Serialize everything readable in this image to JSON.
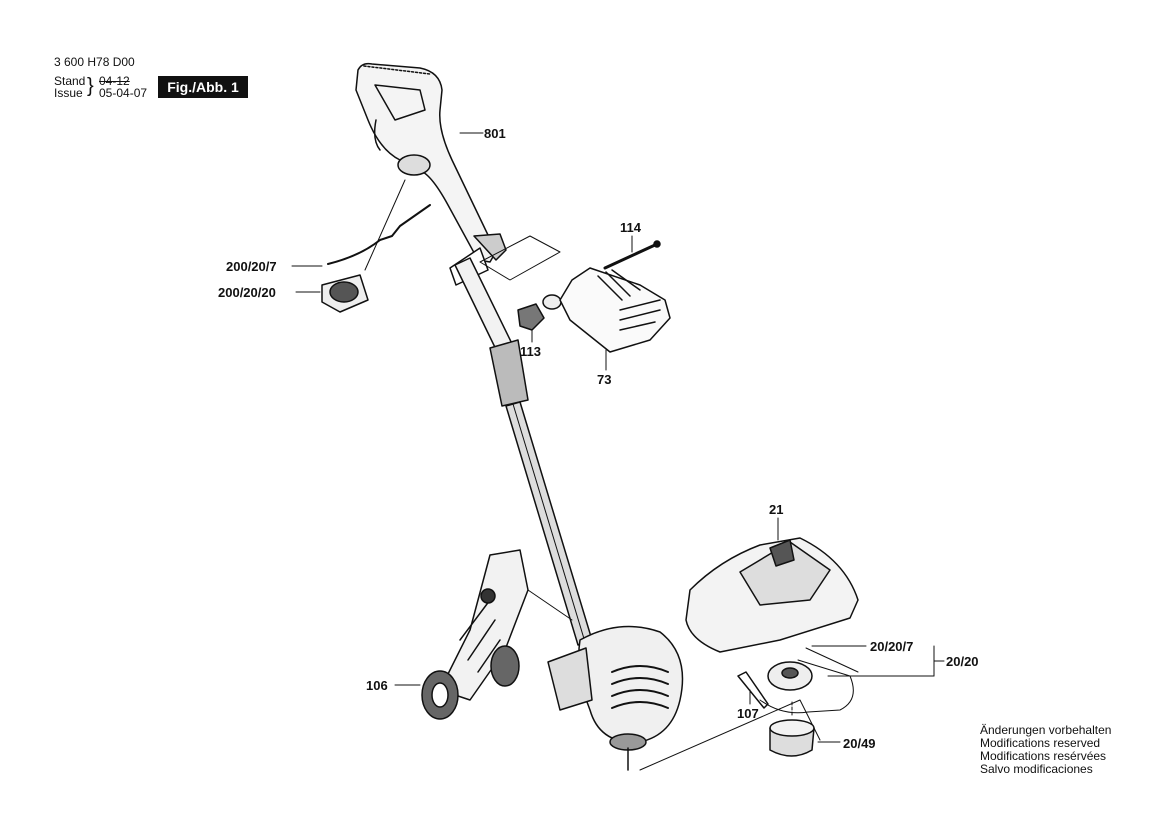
{
  "header": {
    "doc_number": "3 600 H78 D00",
    "stand_label": "Stand",
    "issue_label": "Issue",
    "stand_value": "04-12",
    "issue_value": "05-04-07",
    "figure_label": "Fig./Abb. 1"
  },
  "parts": {
    "p801": "801",
    "p114": "114",
    "p200_20_7": "200/20/7",
    "p200_20_20": "200/20/20",
    "p113": "113",
    "p73": "73",
    "p21": "21",
    "p20_20_7": "20/20/7",
    "p20_20": "20/20",
    "p106": "106",
    "p107": "107",
    "p20_49": "20/49"
  },
  "notice": {
    "line1": "Änderungen vorbehalten",
    "line2": "Modifications reserved",
    "line3": "Modifications resérvées",
    "line4": "Salvo modificaciones"
  }
}
